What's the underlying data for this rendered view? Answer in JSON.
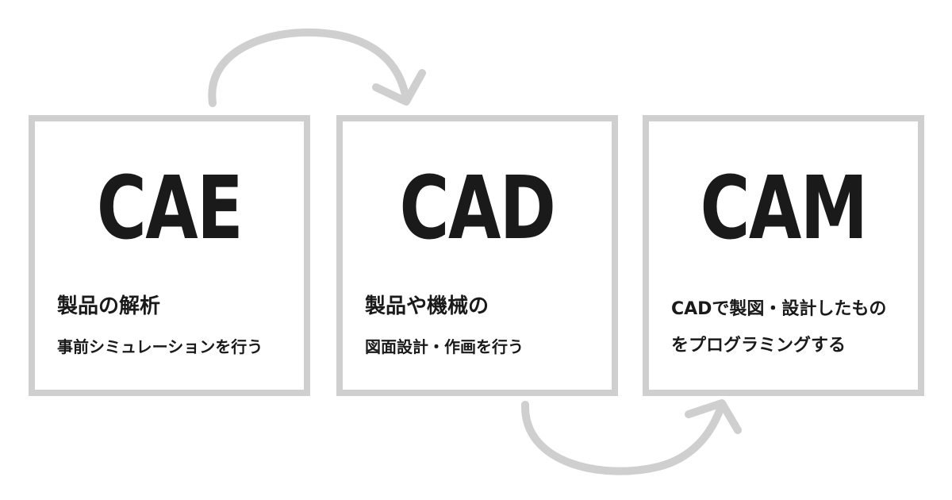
{
  "steps": [
    {
      "title": "CAE",
      "line1": "製品の解析",
      "line2": "事前シミュレーションを行う"
    },
    {
      "title": "CAD",
      "line1": "製品や機械の",
      "line2": "図面設計・作画を行う"
    },
    {
      "title": "CAM",
      "line1": "CADで製図・設計したもの",
      "line2": "をプログラミングする"
    }
  ],
  "colors": {
    "border": "#cfcfcf",
    "arrow": "#cfcfcf",
    "text": "#1a1a1a",
    "background": "#ffffff"
  }
}
